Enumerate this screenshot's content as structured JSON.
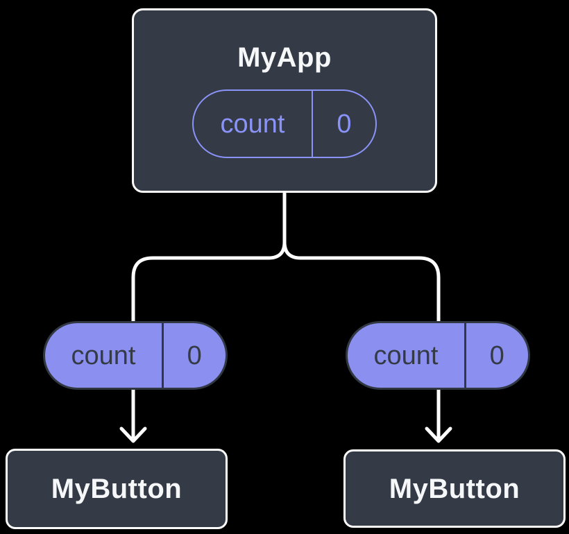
{
  "colors": {
    "background": "#000000",
    "card_bg": "#343A46",
    "card_border": "#FFFFFF",
    "accent": "#8A8FF0",
    "accent_stroke": "#8A93F8",
    "pill_dark_border": "#313842",
    "pill_dark_text": "#343B47",
    "text_light": "#F6F7F9",
    "connector": "#FFFFFF"
  },
  "root_card": {
    "title": "MyApp",
    "state_pill": {
      "label": "count",
      "value": "0"
    }
  },
  "left_branch": {
    "prop_pill": {
      "label": "count",
      "value": "0"
    },
    "card_title": "MyButton"
  },
  "right_branch": {
    "prop_pill": {
      "label": "count",
      "value": "0"
    },
    "card_title": "MyButton"
  }
}
